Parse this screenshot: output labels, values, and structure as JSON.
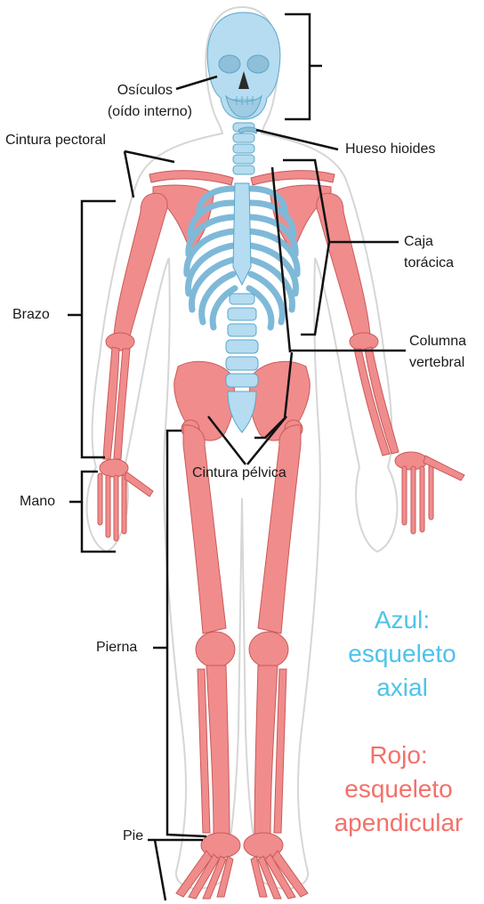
{
  "colors": {
    "axial": "#4dc3ea",
    "appendicular": "#f4706a",
    "axial_fill": "#b5dcf0",
    "appendicular_fill": "#f08c8c",
    "line": "#111111"
  },
  "labels": {
    "osiculos": "Osículos",
    "oido_interno": "(oído interno)",
    "cintura_pectoral": "Cintura pectoral",
    "hueso_hioides": "Hueso hioides",
    "caja_1": "Caja",
    "caja_2": "torácica",
    "brazo": "Brazo",
    "columna_1": "Columna",
    "columna_2": "vertebral",
    "cintura_pelvica": "Cintura pélvica",
    "mano": "Mano",
    "pierna": "Pierna",
    "pie": "Pie"
  },
  "legend": {
    "axial": "Azul:\nesqueleto\naxial",
    "appendicular": "Rojo:\nesqueleto\napendicular"
  }
}
